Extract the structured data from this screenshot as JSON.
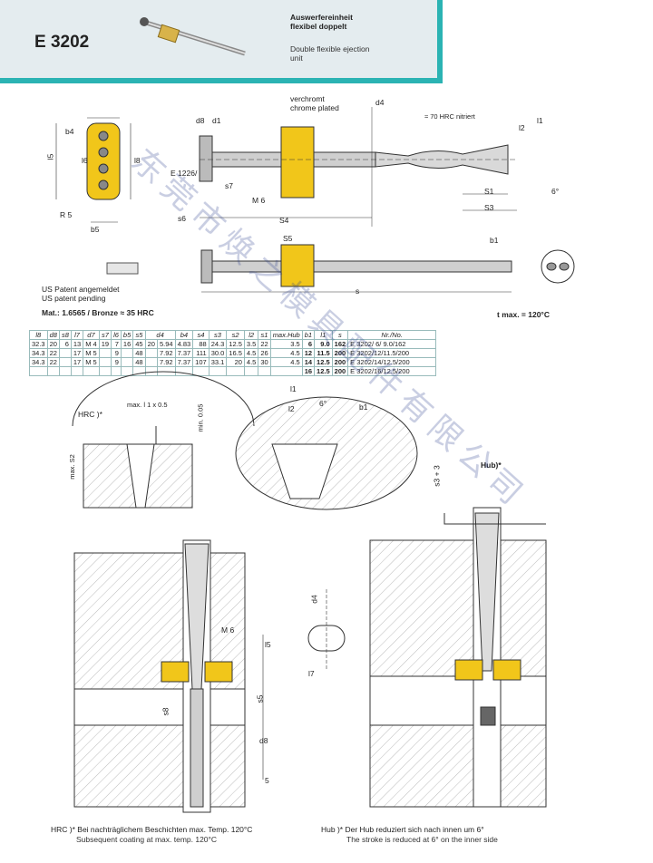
{
  "header": {
    "code": "E 3202",
    "title_de": [
      "Auswerfereinheit",
      "flexibel doppelt"
    ],
    "title_en": [
      "Double flexible ejection",
      "unit"
    ]
  },
  "drawing_labels": {
    "verchromt": "verchromt",
    "chrome_plated": "chrome plated",
    "hrc_nitriert": "≈ 70 HRC nitriert",
    "b4": "b4",
    "l5": "l5",
    "l6": "l6",
    "l8": "l8",
    "r5": "R 5",
    "b5": "b5",
    "d8": "d8",
    "d1": "d1",
    "d4": "d4",
    "e1226": "E 1226/",
    "s7": "s7",
    "m6": "M 6",
    "s6": "s6",
    "s4": "S4",
    "s1": "S1",
    "s3": "S3",
    "s5": "S5",
    "s": "s",
    "l2": "l2",
    "l1": "l1",
    "b1": "b1",
    "angle": "6°"
  },
  "notes": {
    "patent_de": "US Patent angemeldet",
    "patent_en": "US patent pending",
    "material": "Mat.: 1.6565 / Bronze  ≈ 35 HRC",
    "tmax": "t max. = 120°C"
  },
  "table": {
    "headers": [
      "l8",
      "d8",
      "s8",
      "l7",
      "d7",
      "s7",
      "l6",
      "b5",
      "s5",
      "d4",
      "b4",
      "s4",
      "s3",
      "s2",
      "l2",
      "s1",
      "max.Hub",
      "b1",
      "l1",
      "s",
      "Nr./No."
    ],
    "rows": [
      [
        "32.3",
        "20",
        "6",
        "13",
        "M 4",
        "19",
        "7",
        "16",
        "45",
        "20",
        "5.94",
        "4.83",
        "88",
        "24.3",
        "12.5",
        "3.5",
        "22",
        "3.5",
        "6",
        "9.0",
        "162",
        "E 3202/ 6/ 9.0/162"
      ],
      [
        "34.3",
        "22",
        "",
        "17",
        "M 5",
        "",
        "9",
        "",
        "48",
        "",
        "7.92",
        "7.37",
        "111",
        "30.0",
        "16.5",
        "4.5",
        "26",
        "4.5",
        "12",
        "11.5",
        "200",
        "E 3202/12/11.5/200"
      ],
      [
        "34.3",
        "22",
        "",
        "17",
        "M 5",
        "",
        "9",
        "",
        "48",
        "",
        "7.92",
        "7.37",
        "107",
        "33.1",
        "20",
        "4.5",
        "30",
        "4.5",
        "14",
        "12.5",
        "200",
        "E 3202/14/12.5/200"
      ],
      [
        "",
        "",
        "",
        "",
        "",
        "",
        "",
        "",
        "",
        "",
        "",
        "",
        "",
        "",
        "",
        "",
        "",
        "",
        "16",
        "12.5",
        "200",
        "E 3202/16/12.5/200"
      ]
    ]
  },
  "detail_labels": {
    "hrc": "HRC )*",
    "max_l1": "max. l 1 x 0.5",
    "min005": "min. 0.05",
    "max_s2": "max. S2",
    "l1": "l1",
    "l2": "l2",
    "angle": "6°",
    "b1": "b1",
    "s3_plus3": "s3 + 3",
    "hub": "Hub)*",
    "m6": "M 6",
    "l5": "l5",
    "s5": "s5",
    "s8": "s8",
    "d8": "d8",
    "d4": "d4",
    "l7": "l7",
    "five": "5"
  },
  "footnotes": {
    "hrc_de": "HRC )* Bei nachträglichem Beschichten max. Temp. 120°C",
    "hrc_en": "Subsequent coating at max. temp. 120°C",
    "hub_de": "Hub )*  Der Hub reduziert sich nach innen um 6°",
    "hub_en": "The stroke is reduced at 6° on the inner side"
  },
  "watermark": "东莞市焕之模具配件有限公司",
  "colors": {
    "accent": "#2bb3b3",
    "brass": "#f1c61a",
    "steel": "#c8c8c8"
  }
}
